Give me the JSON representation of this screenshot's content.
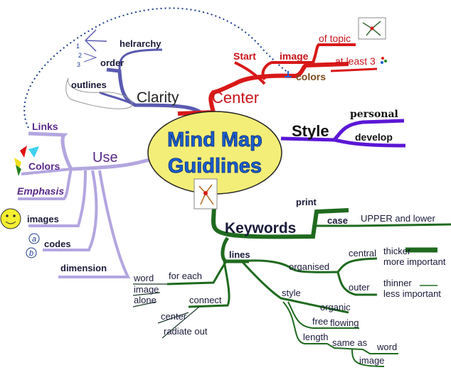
{
  "center": {
    "line1": "Mind Map",
    "line2": "Guidlines"
  },
  "clarity": {
    "label": "Clarity",
    "items": [
      "helrarchy",
      "order",
      "outlines"
    ],
    "numbers": [
      "1",
      "2",
      "3"
    ]
  },
  "center_branch": {
    "label": "Center",
    "start": "Start",
    "image": "image",
    "of_topic": "of topic",
    "colors": "colors",
    "at_least": "at least 3"
  },
  "style": {
    "label": "Style",
    "items": [
      "personal",
      "develop"
    ]
  },
  "use": {
    "label": "Use",
    "items": [
      "Links",
      "Colors",
      "Emphasis",
      "images",
      "codes",
      "dimension"
    ],
    "code_marks": [
      "a",
      "b"
    ]
  },
  "keywords": {
    "label": "Keywords",
    "print": "print",
    "case": "case",
    "upper_lower": "UPPER and lower"
  },
  "lines": {
    "label": "lines",
    "organised": "organised",
    "central": "central",
    "thicker": "thicker",
    "more_important": "more important",
    "outer": "outer",
    "thinner": "thinner",
    "less_important": "less important",
    "for_each": "for each",
    "word": "word",
    "image": "image",
    "alone": "alone",
    "connect": "connect",
    "center": "center",
    "radiate_out": "radiate out",
    "style": "style",
    "organic": "organic",
    "free": "free",
    "flowing": "flowing",
    "length": "length",
    "same_as": "same as",
    "word2": "word",
    "image2": "image"
  },
  "colors": {
    "ellipse": "#f3ee78",
    "title": "#1a5fd0",
    "red": "#d81818",
    "green": "#1f6a1f",
    "violet": "#5b17d6",
    "lavender": "#b3a6e0"
  }
}
